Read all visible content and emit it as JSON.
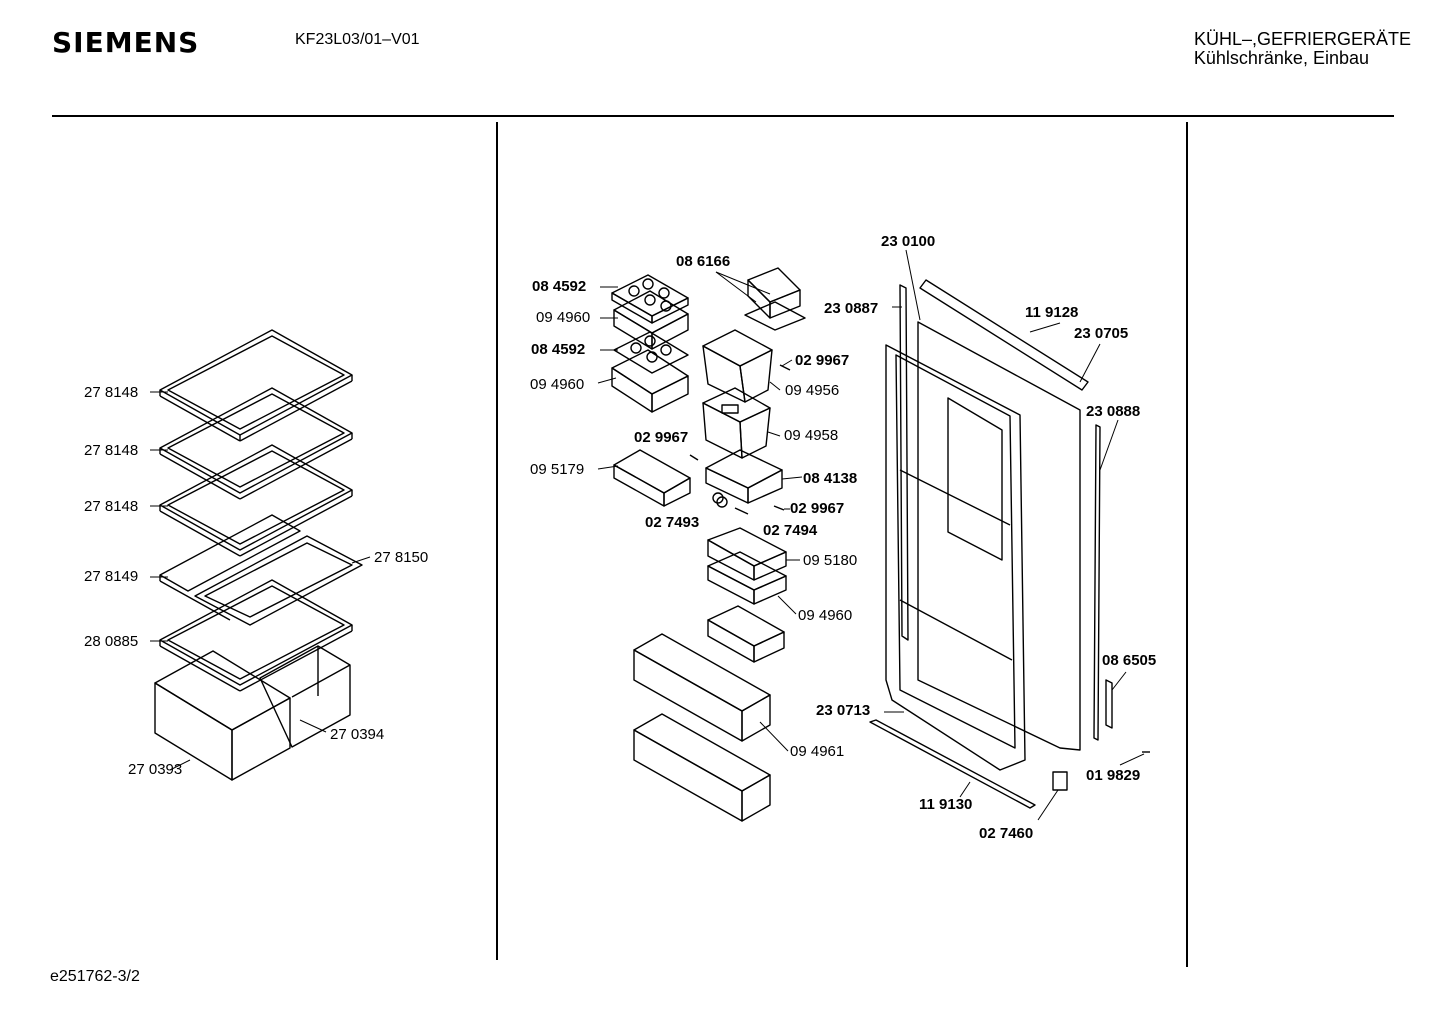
{
  "header": {
    "brand": "SIEMENS",
    "model": "KF23L03/01–V01",
    "category_line1": "KÜHL–,GEFRIERGERÄTE",
    "category_line2": "Kühlschränke, Einbau"
  },
  "footer": {
    "doc_ref": "e251762-3/2"
  },
  "left_panel": {
    "labels": [
      "27 8148",
      "27 8148",
      "27 8148",
      "27 8149",
      "27 8150",
      "28 0885",
      "27 0394",
      "27 0393"
    ]
  },
  "center_panel": {
    "labels": [
      "08 6166",
      "08 4592",
      "09 4960",
      "08 4592",
      "09 4960",
      "02 9967",
      "09 4956",
      "09 4958",
      "02 9967",
      "09 5179",
      "08 4138",
      "02 9967",
      "02 7493",
      "02 7494",
      "09 5180",
      "09 4960",
      "09 4961",
      "23 0100",
      "23 0887",
      "11 9128",
      "23 0705",
      "23 0888",
      "08 6505",
      "23 0713",
      "01 9829",
      "11 9130",
      "02 7460"
    ]
  }
}
